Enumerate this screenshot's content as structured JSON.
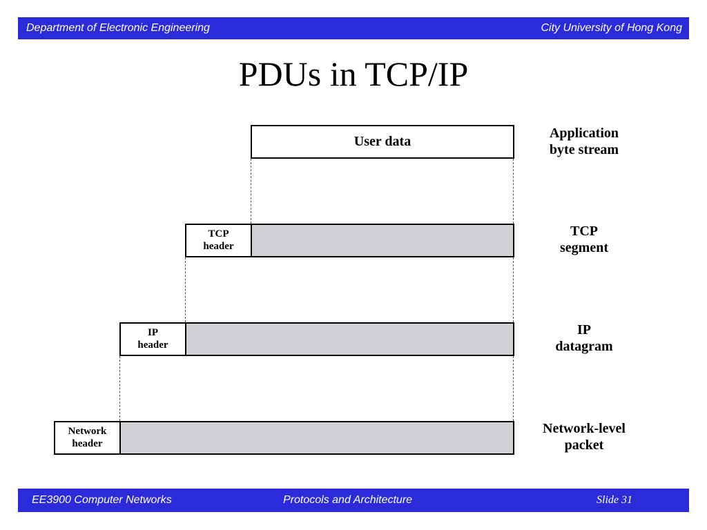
{
  "header": {
    "left": "Department of Electronic Engineering",
    "right": "City University of Hong Kong"
  },
  "title": "PDUs in TCP/IP",
  "diagram": {
    "rows": [
      {
        "side_label": "Application\nbyte stream",
        "header_label": "",
        "payload_label": "User data"
      },
      {
        "side_label": "TCP\nsegment",
        "header_label": "TCP\nheader",
        "payload_label": ""
      },
      {
        "side_label": "IP\ndatagram",
        "header_label": "IP\nheader",
        "payload_label": ""
      },
      {
        "side_label": "Network-level\npacket",
        "header_label": "Network\nheader",
        "payload_label": ""
      }
    ],
    "payload_fill": "#d1d0d4"
  },
  "footer": {
    "left": "EE3900 Computer Networks",
    "center": "Protocols and Architecture",
    "right": "Slide 31"
  },
  "colors": {
    "bar": "#2b2bd9",
    "bar_text": "#ffffff"
  }
}
